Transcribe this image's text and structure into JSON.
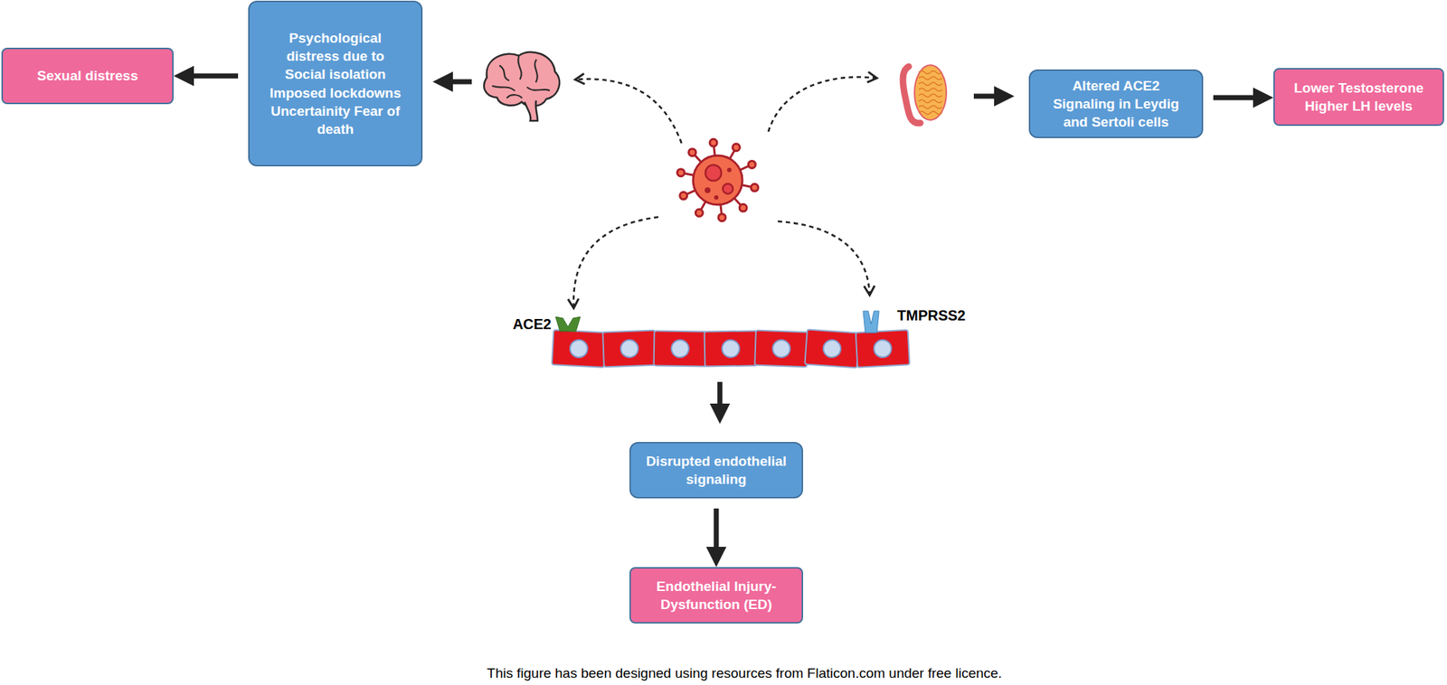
{
  "diagram": {
    "caption": "This figure has been designed using resources from Flaticon.com under free licence.",
    "nodes": [
      {
        "text": [
          "Sexual distress"
        ]
      },
      {
        "text": [
          "Psychological distress due to Social isolation Imposed lockdowns Uncertainity Fear of death"
        ]
      },
      {
        "text": [
          "Altered ACE2 Signaling in Leydig and Sertoli cells"
        ]
      },
      {
        "text": [
          "Lower Testosterone Higher LH levels"
        ]
      },
      {
        "text": [
          "Disrupted endothelial signaling"
        ]
      },
      {
        "text": [
          "Endothelial Injury-Dysfunction (ED)"
        ]
      }
    ],
    "edges": [
      {
        "from": 1,
        "to": 0,
        "arrow": "to"
      },
      {
        "from": 2,
        "to": 3,
        "arrow": "to"
      },
      {
        "from": 4,
        "to": 5,
        "arrow": "to"
      }
    ],
    "labels": [
      "ACE2",
      "TMPRSS2"
    ]
  }
}
